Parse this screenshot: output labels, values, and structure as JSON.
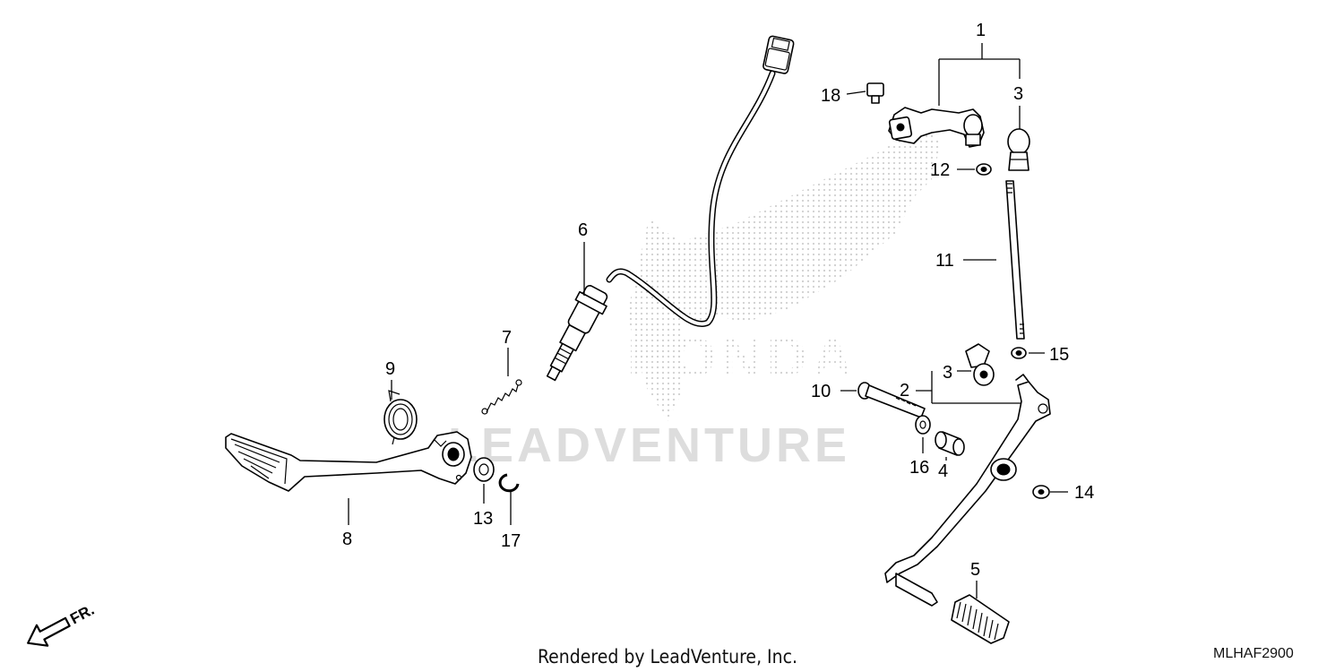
{
  "diagram": {
    "callouts": {
      "c1": "1",
      "c2": "2",
      "c3a": "3",
      "c3b": "3",
      "c4": "4",
      "c5": "5",
      "c6": "6",
      "c7": "7",
      "c8": "8",
      "c9": "9",
      "c10": "10",
      "c11": "11",
      "c12": "12",
      "c13": "13",
      "c14": "14",
      "c15": "15",
      "c16": "16",
      "c17": "17",
      "c18": "18"
    },
    "direction_label": "FR.",
    "watermark": {
      "brand": "HONDA",
      "text": "LEADVENTURE"
    },
    "footer": "Rendered by LeadVenture, Inc.",
    "diagram_code": "MLHAF2900"
  },
  "colors": {
    "ink": "#000000",
    "watermark": "#d9d9d9"
  }
}
